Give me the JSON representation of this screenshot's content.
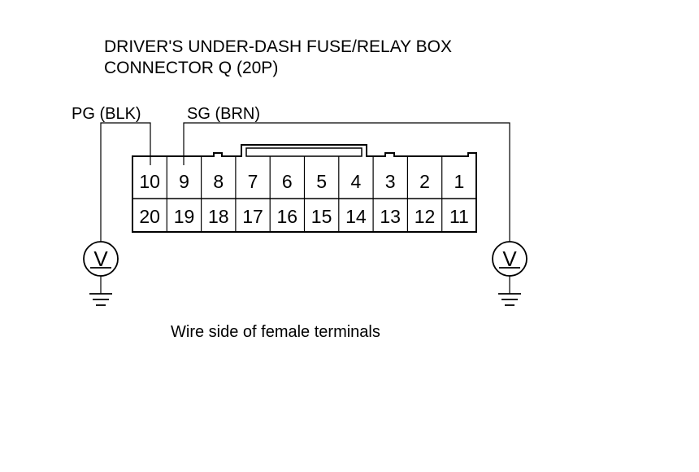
{
  "title_lines": [
    "DRIVER'S UNDER-DASH FUSE/RELAY BOX",
    "CONNECTOR Q (20P)"
  ],
  "wires": [
    {
      "label": "PG (BLK)",
      "pin": "10"
    },
    {
      "label": "SG (BRN)",
      "pin": "9"
    }
  ],
  "connector": {
    "top_row": [
      "10",
      "9",
      "8",
      "7",
      "6",
      "5",
      "4",
      "3",
      "2",
      "1"
    ],
    "bottom_row": [
      "20",
      "19",
      "18",
      "17",
      "16",
      "15",
      "14",
      "13",
      "12",
      "11"
    ]
  },
  "meters": [
    {
      "symbol": "V"
    },
    {
      "symbol": "V"
    }
  ],
  "caption": "Wire side of female terminals",
  "colors": {
    "line": "#000000",
    "background": "#ffffff"
  }
}
